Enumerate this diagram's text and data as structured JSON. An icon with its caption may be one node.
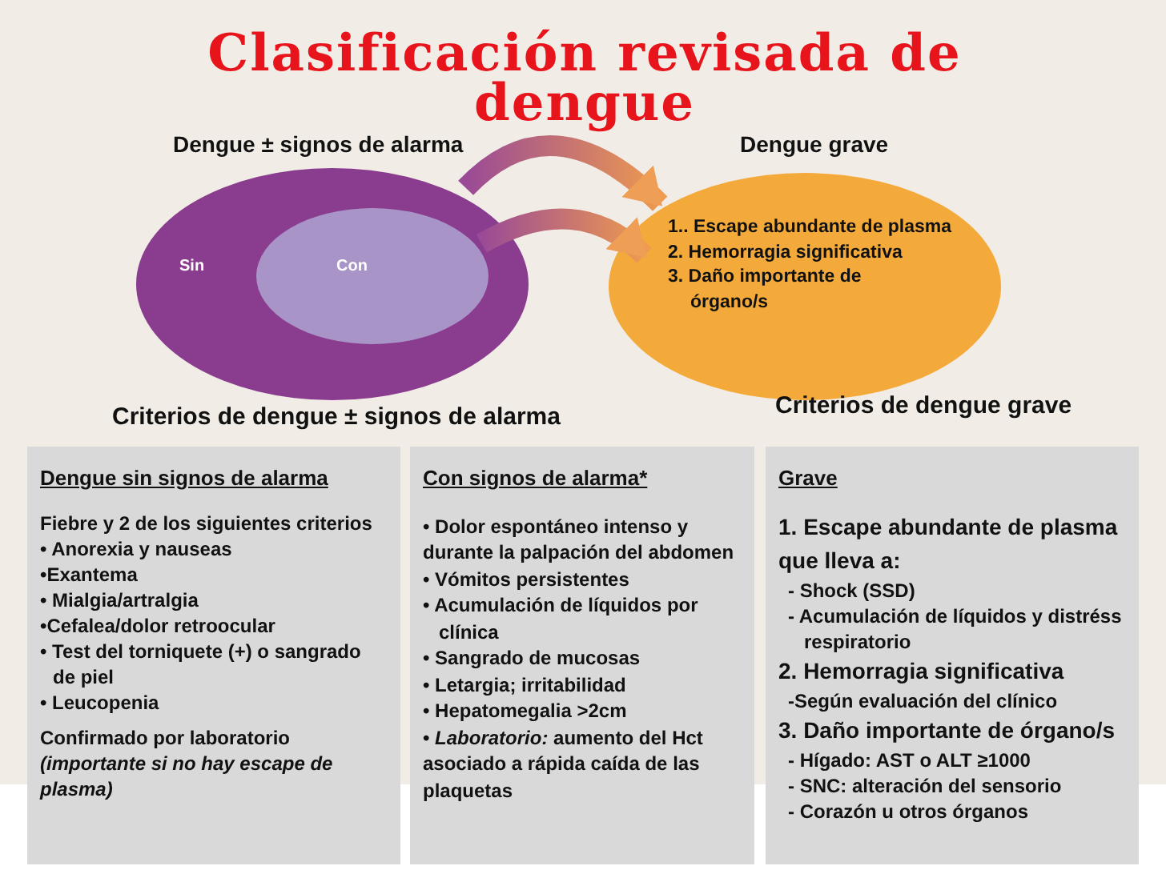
{
  "diagram": {
    "title": "Clasificación revisada de dengue",
    "nodes": [
      {
        "text": [
          "Dengue ± signos de alarma",
          "Sin"
        ],
        "beside": [
          "Criterios de dengue ± signos de alarma"
        ]
      },
      {
        "text": [
          "Con"
        ],
        "in": 0
      },
      {
        "text": [
          "Dengue grave",
          "1.. Escape abundante de plasma",
          "2. Hemorragia  significativa",
          "3. Daño importante de órgano/s"
        ],
        "beside": [
          "Criterios de dengue grave"
        ]
      },
      {
        "text": [
          "Dengue sin signos de alarma",
          "Fiebre y 2 de los siguientes criterios",
          "• Anorexia y nauseas",
          "•Exantema",
          "• Mialgia/artralgia",
          "•Cefalea/dolor retroocular",
          "• Test del torniquete (+) o sangrado de piel",
          "• Leucopenia",
          "Confirmado por laboratorio",
          "(importante si no hay escape de plasma)"
        ]
      },
      {
        "text": [
          "Con signos de alarma*",
          "• Dolor espontáneo  intenso y durante la palpación del abdomen",
          "• Vómitos persistentes",
          "• Acumulación de líquidos por clínica",
          "• Sangrado de mucosas",
          "• Letargia; irritabilidad",
          "• Hepatomegalia >2cm",
          "• *Laboratorio:* aumento del Hct asociado a rápida caída de las plaquetas"
        ]
      },
      {
        "text": [
          "Grave",
          "1. Escape abundante de plasma que lleva a:",
          "- Shock (SSD)",
          "- Acumulación de líquidos y distréss respiratorio",
          "2. Hemorragia  significativa",
          "-Según evaluación del clínico",
          "3. Daño importante de órgano/s",
          "- Hígado: AST o ALT ≥1000",
          "- SNC: alteración del sensorio",
          "- Corazón u otros órganos"
        ]
      }
    ],
    "edges": [
      {
        "from": 0,
        "to": 2,
        "arrow": "to"
      },
      {
        "from": 1,
        "to": 2,
        "arrow": "to"
      }
    ]
  }
}
